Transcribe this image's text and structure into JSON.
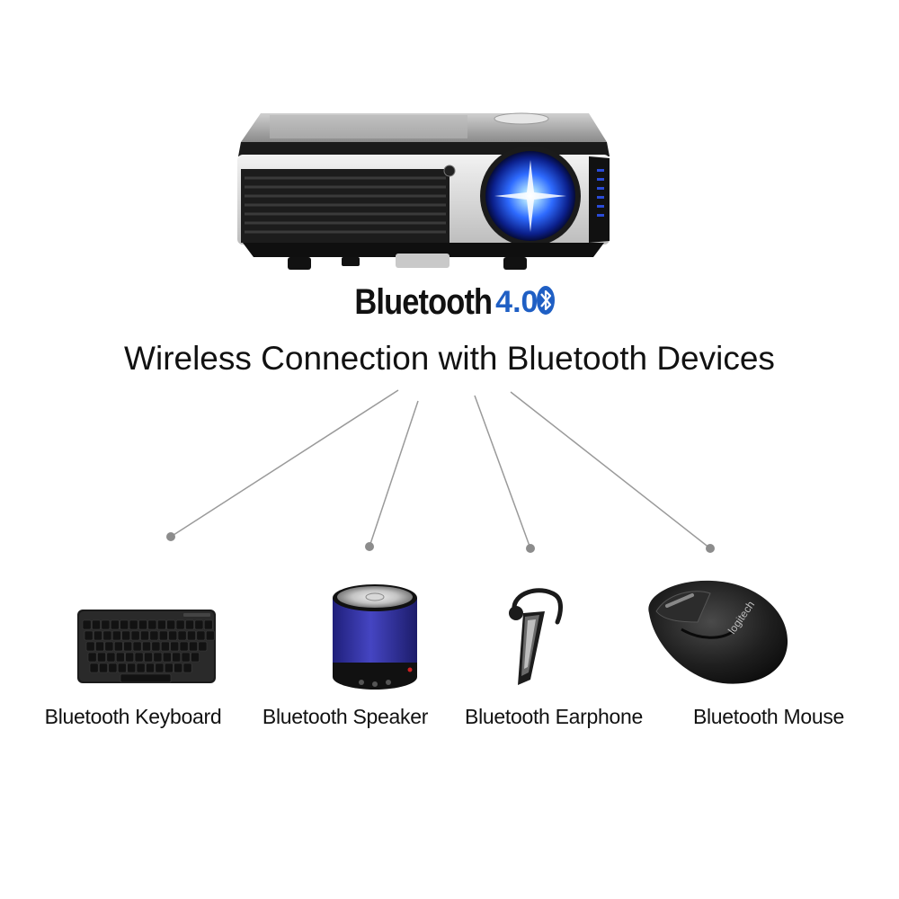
{
  "logo": {
    "word": "Bluetooth",
    "version": "4.0"
  },
  "headline": "Wireless Connection with Bluetooth Devices",
  "devices": [
    {
      "label": "Bluetooth Keyboard"
    },
    {
      "label": "Bluetooth Speaker"
    },
    {
      "label": "Bluetooth Earphone"
    },
    {
      "label": "Bluetooth Mouse",
      "brand": "logitech"
    }
  ],
  "colors": {
    "connector_line": "#9a9a9a",
    "connector_dot": "#8c8c8c",
    "bluetooth_blue": "#1f5fc4",
    "speaker_blue": "#3a3aa8"
  }
}
